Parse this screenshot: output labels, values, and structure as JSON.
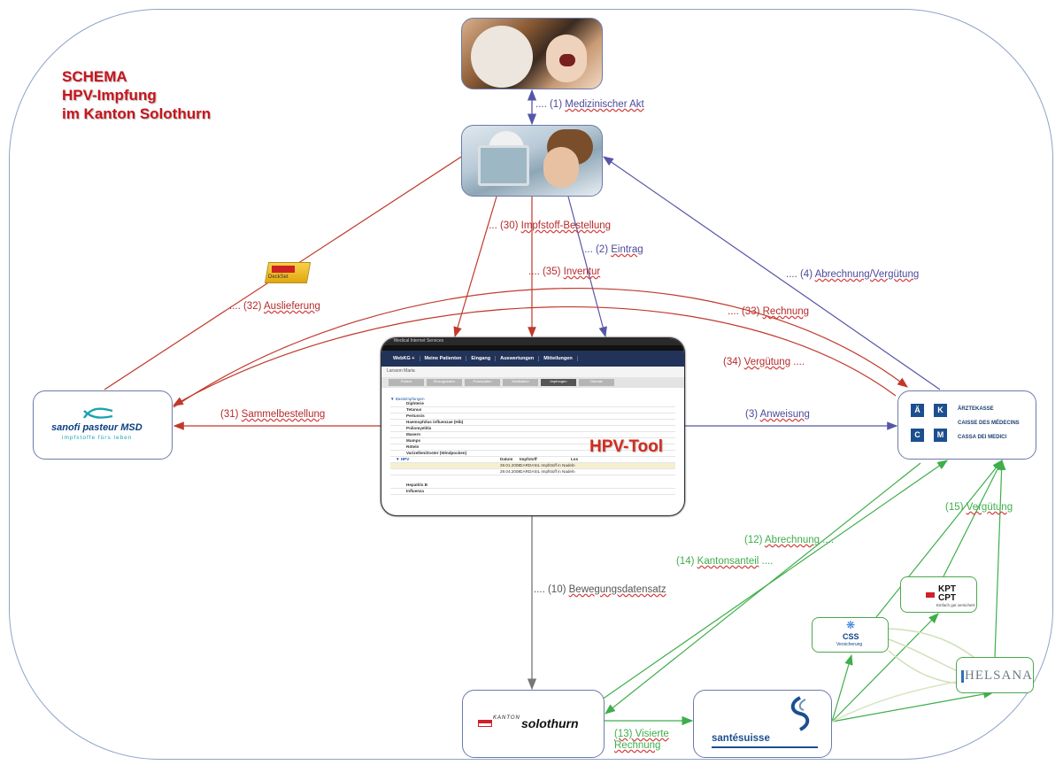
{
  "title": {
    "line1": "SCHEMA",
    "line2": "HPV-Impfung",
    "line3": "im Kanton Solothurn"
  },
  "nodes": {
    "sanofi": {
      "name": "sanofi pasteur MSD",
      "tagline": "impfstoffe fürs leben"
    },
    "kanton": {
      "prefix": "KANTON",
      "name": "solothurn"
    },
    "santesuisse": {
      "name": "santésuisse"
    },
    "css": {
      "name": "CSS",
      "sub": "Versicherung"
    },
    "kpt": {
      "line1": "KPT",
      "line2": "CPT",
      "sub": "Einfach gut versichert."
    },
    "helsana": {
      "name": "HELSANA"
    },
    "aerztekasse": {
      "l1": "ÄRZTEKASSE",
      "l2": "CAISSE DES MÉDECINS",
      "l3": "CASSA DEI MEDICI",
      "a": "Ä",
      "k": "K",
      "c": "C",
      "m": "M"
    },
    "package": {
      "label": "DeckSet"
    }
  },
  "hpv_tool": {
    "label": "HPV-Tool",
    "topbar": "Medical Internet Services",
    "nav": [
      "WebKG +",
      "Meine Patienten",
      "Eingang",
      "Auswertungen",
      "Mitteilungen"
    ],
    "patient": "Larsson Maria",
    "tabs": [
      "Patient",
      "Einzugsdaten",
      "Praxisdaten",
      "Medikation",
      "Impfungen",
      "Dienste"
    ],
    "section": "Basisimpfungen",
    "rows": [
      "Diphterie",
      "Tetanus",
      "Pertussis",
      "Haemophilus influenzae (Hib)",
      "Poliomyelitis",
      "Masern",
      "Mumps",
      "Röteln",
      "Varizellen/Zoster (Windpocken)"
    ],
    "hpv_header": [
      "HPV",
      "Datum",
      "Impfstoff",
      "Los"
    ],
    "hpv_rows": [
      [
        "29.01.2008",
        "GARDASIL Impfstoff in Nadeln"
      ],
      [
        "29.04.2008",
        "GARDASIL Impfstoff in Nadeln"
      ]
    ],
    "more": [
      "Hepatitis B",
      "Influenza"
    ]
  },
  "edges": {
    "e1": {
      "prefix": ".... (1) ",
      "text": "Medizinischer Akt"
    },
    "e2": {
      "prefix": ".... (2) ",
      "text": "Eintrag"
    },
    "e3": {
      "prefix": "(3) ",
      "text": "Anweisung"
    },
    "e4": {
      "prefix": ".... (4) ",
      "text": "Abrechnung/Vergütung"
    },
    "e10": {
      "prefix": ".... (10) ",
      "text": "Bewegungsdatensatz"
    },
    "e12": {
      "prefix": "(12) ",
      "text": "Abrechnung",
      "suffix": " ...."
    },
    "e13": {
      "text1": "(13) Visierte",
      "text2": "Rechnung"
    },
    "e14": {
      "prefix": "(14) ",
      "text": "Kantonsanteil",
      "suffix": " ...."
    },
    "e15": {
      "prefix": "(15) ",
      "text": "Vergütung"
    },
    "e30": {
      "prefix": ".... (30) ",
      "text": "Impfstoff-Bestellung"
    },
    "e31": {
      "prefix": "(31) ",
      "text": "Sammelbestellung"
    },
    "e32": {
      "prefix": ".... (32) ",
      "text": "Auslieferung"
    },
    "e33": {
      "prefix": ".... (33) ",
      "text": "Rechnung"
    },
    "e34": {
      "prefix": "(34) ",
      "text": "Vergütung",
      "suffix": " ...."
    },
    "e35": {
      "prefix": ".... (35) ",
      "text": "Inventur"
    }
  },
  "colors": {
    "red": "#c0392b",
    "blue": "#5656a8",
    "green": "#3fae4b",
    "gray": "#777777",
    "border": "#6d7aa8"
  }
}
